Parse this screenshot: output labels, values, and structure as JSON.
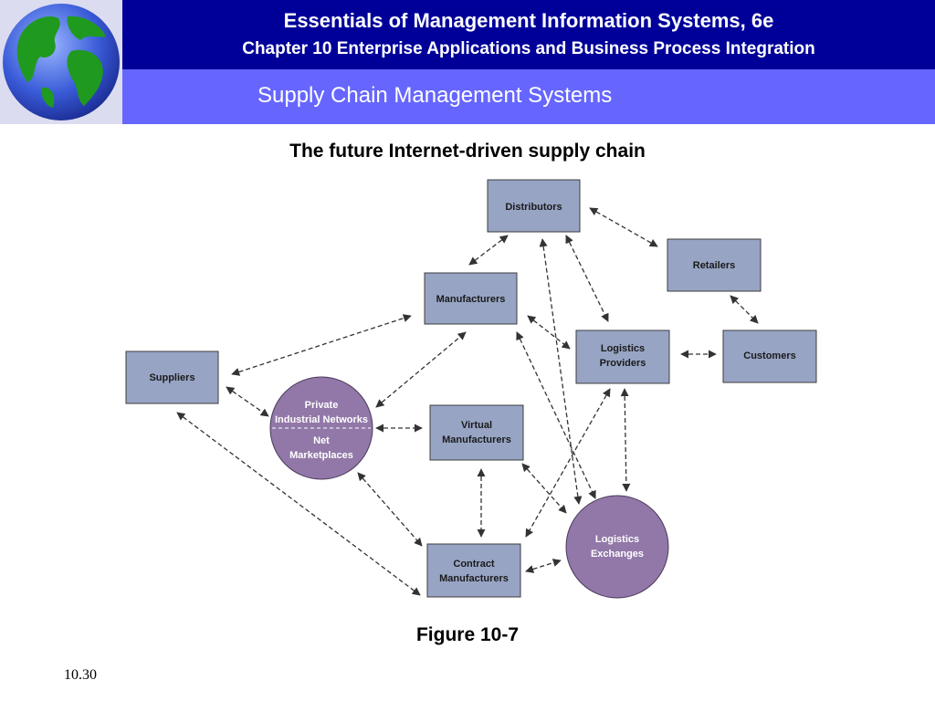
{
  "header": {
    "title": "Essentials of Management Information Systems, 6e",
    "subtitle": "Chapter 10 Enterprise Applications and Business Process Integration"
  },
  "section_title": "Supply Chain Management Systems",
  "diagram": {
    "title": "The future Internet-driven supply chain",
    "nodes": {
      "distributors": [
        "Distributors"
      ],
      "retailers": [
        "Retailers"
      ],
      "manufacturers": [
        "Manufacturers"
      ],
      "logistics_providers": [
        "Logistics",
        "Providers"
      ],
      "customers": [
        "Customers"
      ],
      "suppliers": [
        "Suppliers"
      ],
      "private_networks": [
        "Private",
        "Industrial Networks"
      ],
      "net_marketplaces": [
        "Net",
        "Marketplaces"
      ],
      "virtual_manufacturers": [
        "Virtual",
        "Manufacturers"
      ],
      "logistics_exchanges": [
        "Logistics",
        "Exchanges"
      ],
      "contract_manufacturers": [
        "Contract",
        "Manufacturers"
      ]
    },
    "colors": {
      "box_fill": "#97a4c4",
      "box_stroke": "#3c3c3c",
      "circle_fill": "#9278a8",
      "circle_text": "#ffffff",
      "box_text": "#1a1a1a",
      "arrow": "#333333"
    }
  },
  "figure_caption": "Figure 10-7",
  "slide_number": "10.30"
}
